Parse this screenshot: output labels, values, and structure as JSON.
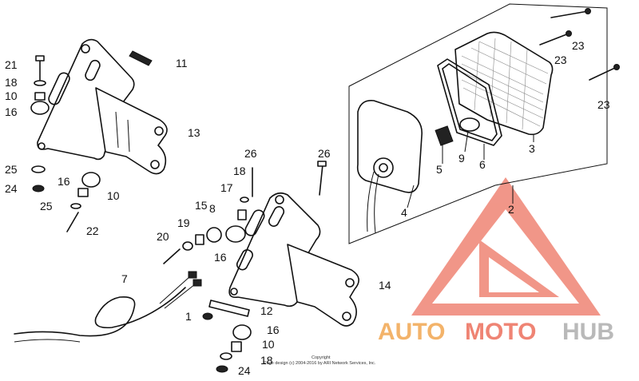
{
  "diagram": {
    "callouts": [
      {
        "id": "c21",
        "text": "21"
      },
      {
        "id": "c18a",
        "text": "18"
      },
      {
        "id": "c10a",
        "text": "10"
      },
      {
        "id": "c16a",
        "text": "16"
      },
      {
        "id": "c11",
        "text": "11"
      },
      {
        "id": "c13",
        "text": "13"
      },
      {
        "id": "c25a",
        "text": "25"
      },
      {
        "id": "c24a",
        "text": "24"
      },
      {
        "id": "c16b",
        "text": "16"
      },
      {
        "id": "c10b",
        "text": "10"
      },
      {
        "id": "c25b",
        "text": "25"
      },
      {
        "id": "c22",
        "text": "22"
      },
      {
        "id": "c26a",
        "text": "26"
      },
      {
        "id": "c18b",
        "text": "18"
      },
      {
        "id": "c17",
        "text": "17"
      },
      {
        "id": "c15",
        "text": "15"
      },
      {
        "id": "c8",
        "text": "8"
      },
      {
        "id": "c19",
        "text": "19"
      },
      {
        "id": "c20",
        "text": "20"
      },
      {
        "id": "c16c",
        "text": "16"
      },
      {
        "id": "c7",
        "text": "7"
      },
      {
        "id": "c1",
        "text": "1"
      },
      {
        "id": "c12",
        "text": "12"
      },
      {
        "id": "c14",
        "text": "14"
      },
      {
        "id": "c16d",
        "text": "16"
      },
      {
        "id": "c10c",
        "text": "10"
      },
      {
        "id": "c18c",
        "text": "18"
      },
      {
        "id": "c24b",
        "text": "24"
      },
      {
        "id": "c26b",
        "text": "26"
      },
      {
        "id": "c4",
        "text": "4"
      },
      {
        "id": "c5",
        "text": "5"
      },
      {
        "id": "c9",
        "text": "9"
      },
      {
        "id": "c6",
        "text": "6"
      },
      {
        "id": "c3",
        "text": "3"
      },
      {
        "id": "c2",
        "text": "2"
      },
      {
        "id": "c23a",
        "text": "23"
      },
      {
        "id": "c23b",
        "text": "23"
      },
      {
        "id": "c23c",
        "text": "23"
      }
    ],
    "copyright_line1": "Copyright",
    "copyright_line2": "Page design (c) 2004-2016 by ARI Network Services, Inc."
  },
  "watermark": {
    "auto": "AUTO",
    "moto": "MOTO",
    "hub": "HUB",
    "colors": {
      "auto": "#f3b36a",
      "moto": "#ef8474",
      "hub": "#b9b9b9",
      "logo": "#ef8474"
    }
  }
}
